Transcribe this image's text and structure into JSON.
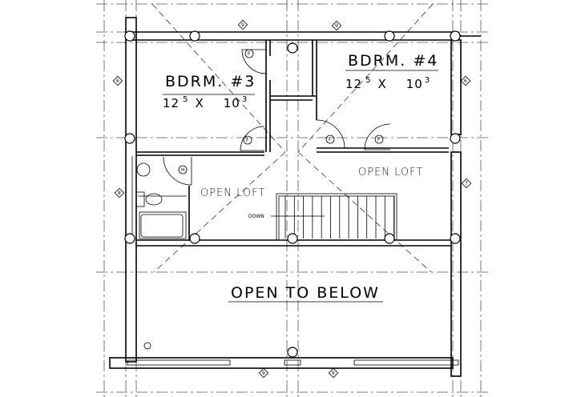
{
  "rooms": {
    "bdrm3": {
      "name": "BDRM. #3",
      "width_ft": "12",
      "width_in": "5",
      "by": "X",
      "depth_ft": "10",
      "depth_in": "3"
    },
    "bdrm4": {
      "name": "BDRM. #4",
      "width_ft": "12",
      "width_in": "5",
      "by": "X",
      "depth_ft": "10",
      "depth_in": "3"
    },
    "loft_left": "OPEN LOFT",
    "loft_right": "OPEN LOFT",
    "open_below": "OPEN TO BELOW"
  },
  "stair": {
    "direction": "DOWN"
  },
  "markers": {
    "top_left": "9",
    "top_right": "9",
    "bottom_left": "9",
    "bottom_right": "9",
    "left_upper": "6",
    "right_upper": "6",
    "left_lower": "8",
    "right_lower": "7"
  },
  "fixtures": {
    "door_tag": "F",
    "closet_tag": "F",
    "heater_tag": "H"
  }
}
